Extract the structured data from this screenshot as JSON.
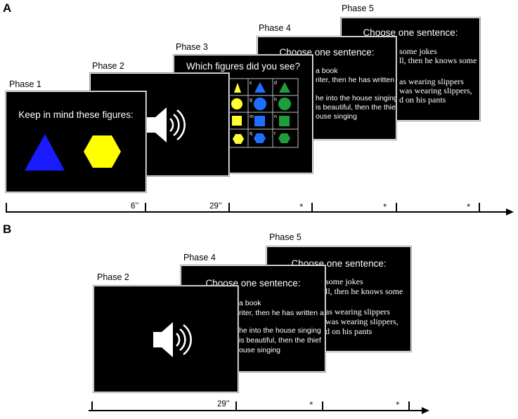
{
  "panel_a": {
    "letter": "A",
    "phase1": {
      "label": "Phase 1",
      "title": "Keep in mind these figures:",
      "shapes": [
        {
          "name": "triangle",
          "color": "#1a1aff"
        },
        {
          "name": "hexagon",
          "color": "#ffff00"
        }
      ]
    },
    "phase2": {
      "label": "Phase 2",
      "icon": "speaker-icon"
    },
    "phase3": {
      "label": "Phase 3",
      "title": "Which figures did you see?",
      "grid_letters": [
        "c",
        "d",
        "g",
        "h",
        "m",
        "n",
        "q",
        "r"
      ]
    },
    "phase4": {
      "label": "Phase 4",
      "title": "Choose one sentence:",
      "lines": [
        "a book",
        "riter, then he has written a",
        "",
        "he into the house singing",
        "is beautiful, then the thief",
        "ouse singing"
      ]
    },
    "phase5": {
      "label": "Phase 5",
      "title": "Choose one sentence:",
      "lines": [
        "some jokes",
        "ll, then he knows some",
        "",
        "as wearing slippers",
        "was wearing slippers,",
        "d on his pants"
      ]
    },
    "timeline": {
      "labels": [
        "6’’",
        "29’’",
        "*",
        "*",
        "*"
      ]
    }
  },
  "panel_b": {
    "letter": "B",
    "phase2": {
      "label": "Phase 2",
      "icon": "speaker-icon"
    },
    "phase4": {
      "label": "Phase 4",
      "title": "Choose one sentence:",
      "lines": [
        "a book",
        "riter, then he has written a",
        "",
        "he into the house singing",
        "is beautiful, then the thief",
        "ouse singing"
      ]
    },
    "phase5": {
      "label": "Phase 5",
      "title": "Choose one sentence:",
      "lines": [
        "some jokes",
        "ll, then he knows some",
        "",
        "as wearing slippers",
        "was wearing slippers,",
        "d on his pants"
      ]
    },
    "timeline": {
      "labels": [
        "29’’",
        "*",
        "*"
      ]
    }
  },
  "colors": {
    "blue": "#1a1aff",
    "yellow": "#ffff00",
    "green": "#1e9e3a",
    "grid_blue": "#1f6fff",
    "grid_yellow": "#ffff33"
  }
}
